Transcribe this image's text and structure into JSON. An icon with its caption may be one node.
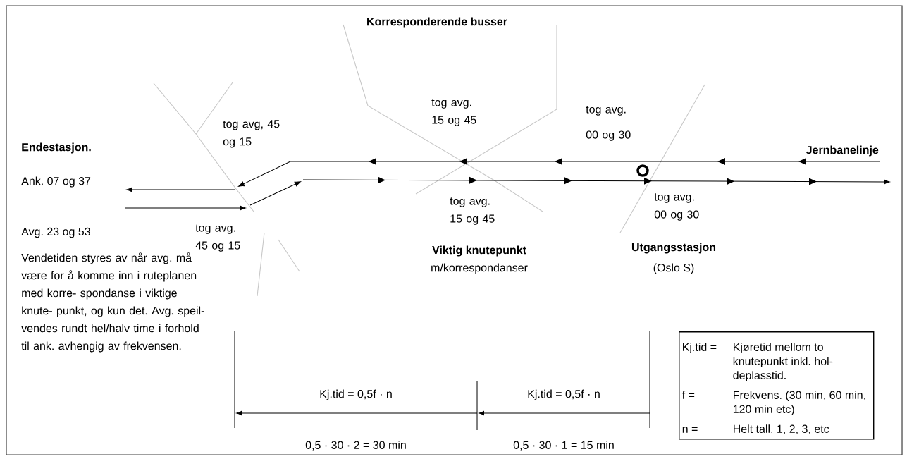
{
  "diagram": {
    "nodes": [
      {
        "text": [
          "Kj.tid =",
          "Kjøretid mellom to knutepunkt inkl. hol- deplasstid.",
          "f =",
          "Frekvens. (30 min, 60 min, 120 min etc)",
          "n =",
          "Helt tall. 1, 2, 3, etc"
        ]
      }
    ],
    "labels": [
      "Korresponderende busser",
      "tog avg. 15 og 45",
      "tog avg. 00 og 30",
      "Endestasjon.",
      "tog avg, 45 og 15",
      "Jernbanelinje",
      "Ank. 07 og 37",
      "tog avg. 15 og 45",
      "tog avg. 00 og 30",
      "Avg. 23 og 53",
      "tog avg. 45 og 15",
      "Viktig knutepunkt",
      "Utgangsstasjon",
      "Vendetiden styres av når avg. må være for å komme inn i ruteplanen med korre- spondanse i viktige knute- punkt, og kun det. Avg. speil- vendes rundt hel/halv time i forhold til ank. avhengig av frekvensen.",
      "m/korrespondanser",
      "(Oslo S)",
      "Kj.tid = 0,5f · n",
      "Kj.tid = 0,5f · n",
      "0,5 · 30 · 2 = 30 min",
      "0,5 · 30 · 1 = 15 min"
    ]
  }
}
